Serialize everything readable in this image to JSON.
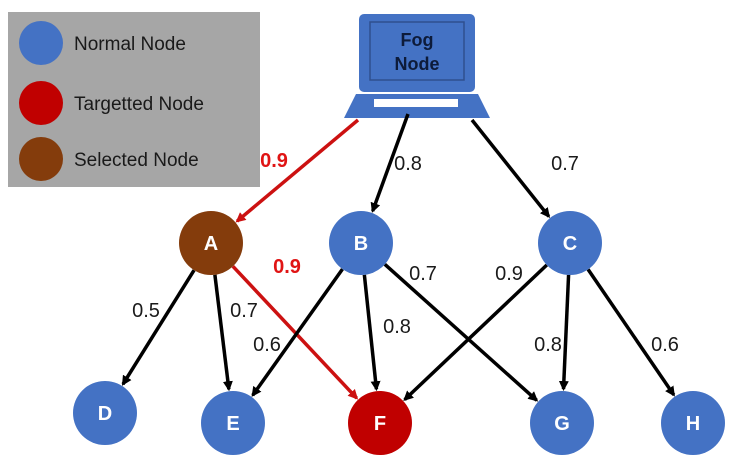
{
  "colors": {
    "normal": "#4472c4",
    "targeted": "#c00000",
    "selected": "#843c0c",
    "fog": "#4472c4",
    "edge": "#000000",
    "red_edge": "#cc1111",
    "legend_bg": "#a6a6a6"
  },
  "legend": [
    {
      "label": "Normal Node",
      "type": "normal"
    },
    {
      "label": "Targetted Node",
      "type": "targeted"
    },
    {
      "label": "Selected Node",
      "type": "selected"
    }
  ],
  "fog_node": {
    "line1": "Fog",
    "line2": "Node",
    "icon": "laptop-icon"
  },
  "nodes": [
    {
      "id": "A",
      "type": "selected"
    },
    {
      "id": "B",
      "type": "normal"
    },
    {
      "id": "C",
      "type": "normal"
    },
    {
      "id": "D",
      "type": "normal"
    },
    {
      "id": "E",
      "type": "normal"
    },
    {
      "id": "F",
      "type": "targeted"
    },
    {
      "id": "G",
      "type": "normal"
    },
    {
      "id": "H",
      "type": "normal"
    }
  ],
  "edges": [
    {
      "from": "Fog",
      "to": "A",
      "weight": "0.9",
      "highlight": true
    },
    {
      "from": "Fog",
      "to": "B",
      "weight": "0.8",
      "highlight": false
    },
    {
      "from": "Fog",
      "to": "C",
      "weight": "0.7",
      "highlight": false
    },
    {
      "from": "A",
      "to": "D",
      "weight": "0.5",
      "highlight": false
    },
    {
      "from": "A",
      "to": "E",
      "weight": "0.7",
      "highlight": false
    },
    {
      "from": "A",
      "to": "F",
      "weight": "0.9",
      "highlight": true
    },
    {
      "from": "B",
      "to": "E",
      "weight": "0.6",
      "highlight": false
    },
    {
      "from": "B",
      "to": "F",
      "weight": "0.8",
      "highlight": false
    },
    {
      "from": "B",
      "to": "G",
      "weight": "0.7",
      "highlight": false
    },
    {
      "from": "C",
      "to": "F",
      "weight": "0.9",
      "highlight": false
    },
    {
      "from": "C",
      "to": "G",
      "weight": "0.8",
      "highlight": false
    },
    {
      "from": "C",
      "to": "H",
      "weight": "0.6",
      "highlight": false
    }
  ]
}
